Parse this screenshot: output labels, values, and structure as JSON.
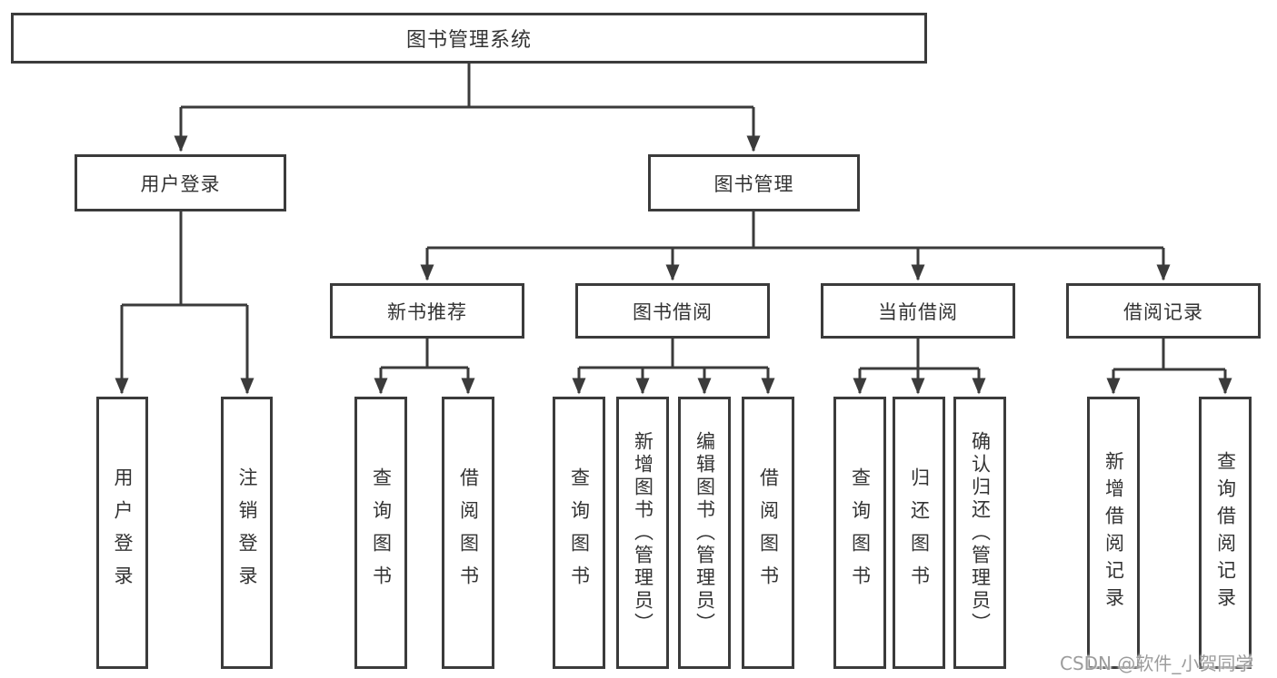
{
  "diagram": {
    "type": "hierarchy-tree",
    "colors": {
      "line": "#3b3b3b",
      "box_border": "#3b3b3b",
      "box_fill": "#ffffff",
      "text": "#333333",
      "watermark": "#9c9c9c",
      "background": "#ffffff"
    },
    "watermark": "CSDN @软件_小贺同学"
  },
  "tree": {
    "root": {
      "label": "图书管理系统",
      "children": [
        {
          "label": "用户登录",
          "children": [
            {
              "label": "用户登录"
            },
            {
              "label": "注销登录"
            }
          ]
        },
        {
          "label": "图书管理",
          "children": [
            {
              "label": "新书推荐",
              "children": [
                {
                  "label": "查询图书"
                },
                {
                  "label": "借阅图书"
                }
              ]
            },
            {
              "label": "图书借阅",
              "children": [
                {
                  "label": "查询图书"
                },
                {
                  "label": "新增图书（管理员）"
                },
                {
                  "label": "编辑图书（管理员）"
                },
                {
                  "label": "借阅图书"
                }
              ]
            },
            {
              "label": "当前借阅",
              "children": [
                {
                  "label": "查询图书"
                },
                {
                  "label": "归还图书"
                },
                {
                  "label": "确认归还（管理员）"
                }
              ]
            },
            {
              "label": "借阅记录",
              "children": [
                {
                  "label": "新增借阅记录"
                },
                {
                  "label": "查询借阅记录"
                }
              ]
            }
          ]
        }
      ]
    }
  }
}
